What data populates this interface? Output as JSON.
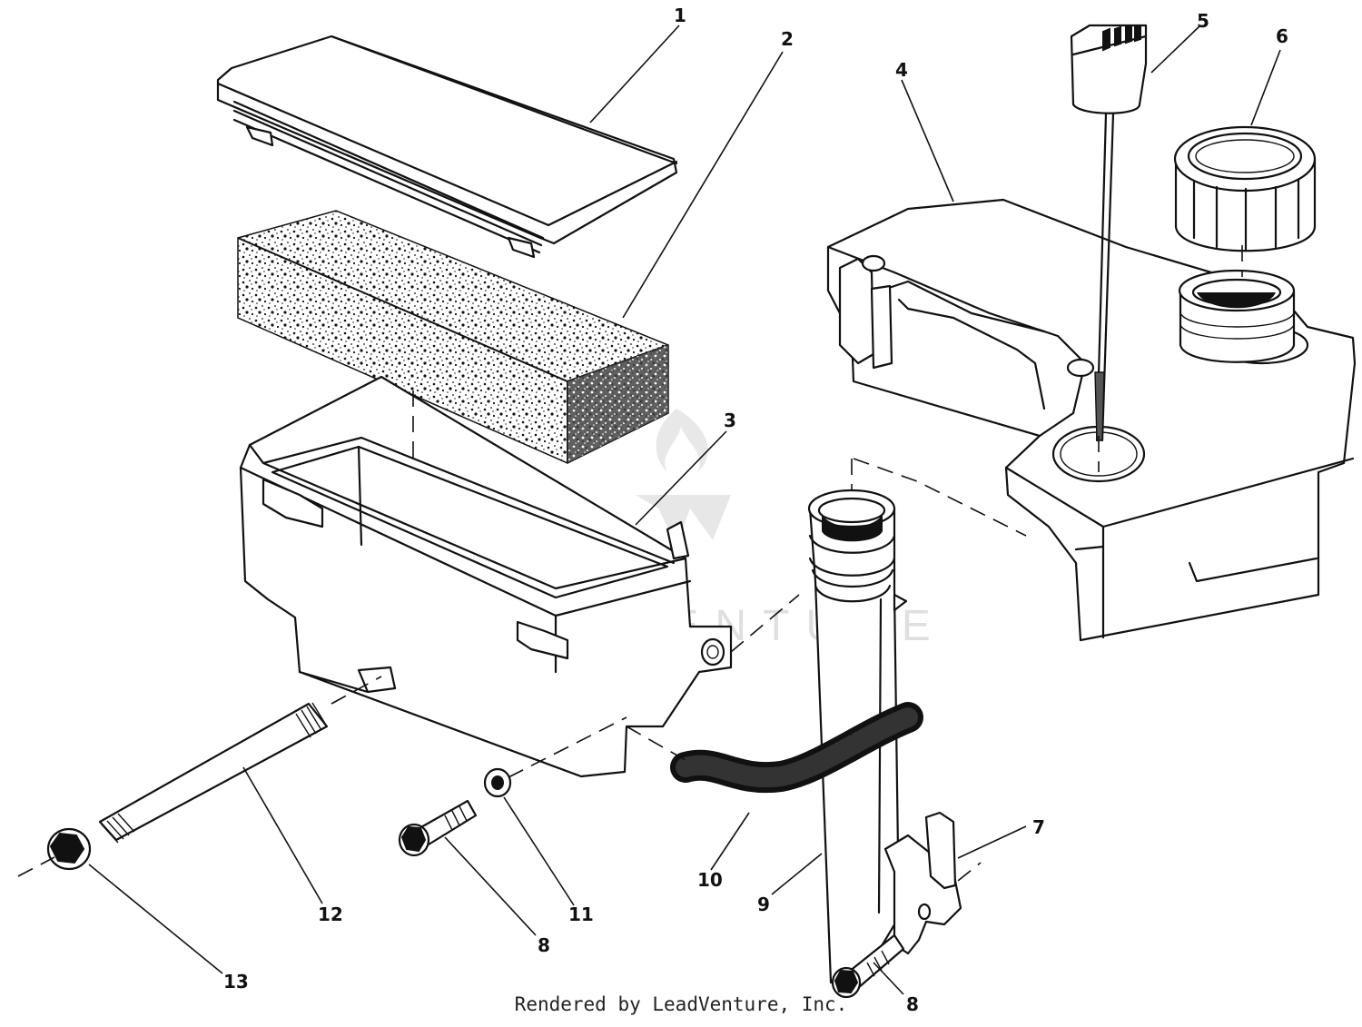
{
  "callouts": {
    "c1": "1",
    "c2": "2",
    "c3": "3",
    "c4": "4",
    "c5": "5",
    "c6": "6",
    "c7": "7",
    "c8a": "8",
    "c8b": "8",
    "c9": "9",
    "c10": "10",
    "c11": "11",
    "c12": "12",
    "c13": "13"
  },
  "footer": {
    "credit": "Rendered by LeadVenture, Inc."
  },
  "watermark": {
    "text": "LEADVENTURE"
  }
}
